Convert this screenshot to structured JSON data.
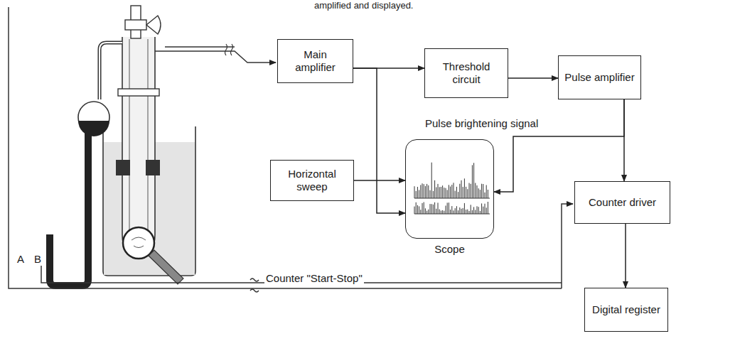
{
  "diagram": {
    "nodes": [
      {
        "text": [
          "Main amplifier"
        ]
      },
      {
        "text": [
          "Threshold circuit"
        ]
      },
      {
        "text": [
          "Pulse amplifier"
        ]
      },
      {
        "text": [
          "Horizontal sweep"
        ]
      },
      {
        "text": [
          "Scope"
        ]
      },
      {
        "text": [
          "Counter driver"
        ]
      },
      {
        "text": [
          "Digital register"
        ]
      }
    ],
    "edges": [
      {
        "from": 0,
        "to": 1,
        "arrow": "to"
      },
      {
        "from": 1,
        "to": 2,
        "arrow": "to"
      },
      {
        "from": 0,
        "to": 4,
        "arrow": "to"
      },
      {
        "from": 3,
        "to": 4,
        "arrow": "to"
      },
      {
        "from": 2,
        "to": 4,
        "label": "Pulse brightening signal",
        "arrow": "to"
      },
      {
        "from": 2,
        "to": 5,
        "arrow": "to"
      },
      {
        "from": 5,
        "to": 6,
        "arrow": "to"
      }
    ],
    "labels": [
      "amplified and displayed.",
      "Counter \"Start-Stop\"",
      "A",
      "B"
    ]
  }
}
